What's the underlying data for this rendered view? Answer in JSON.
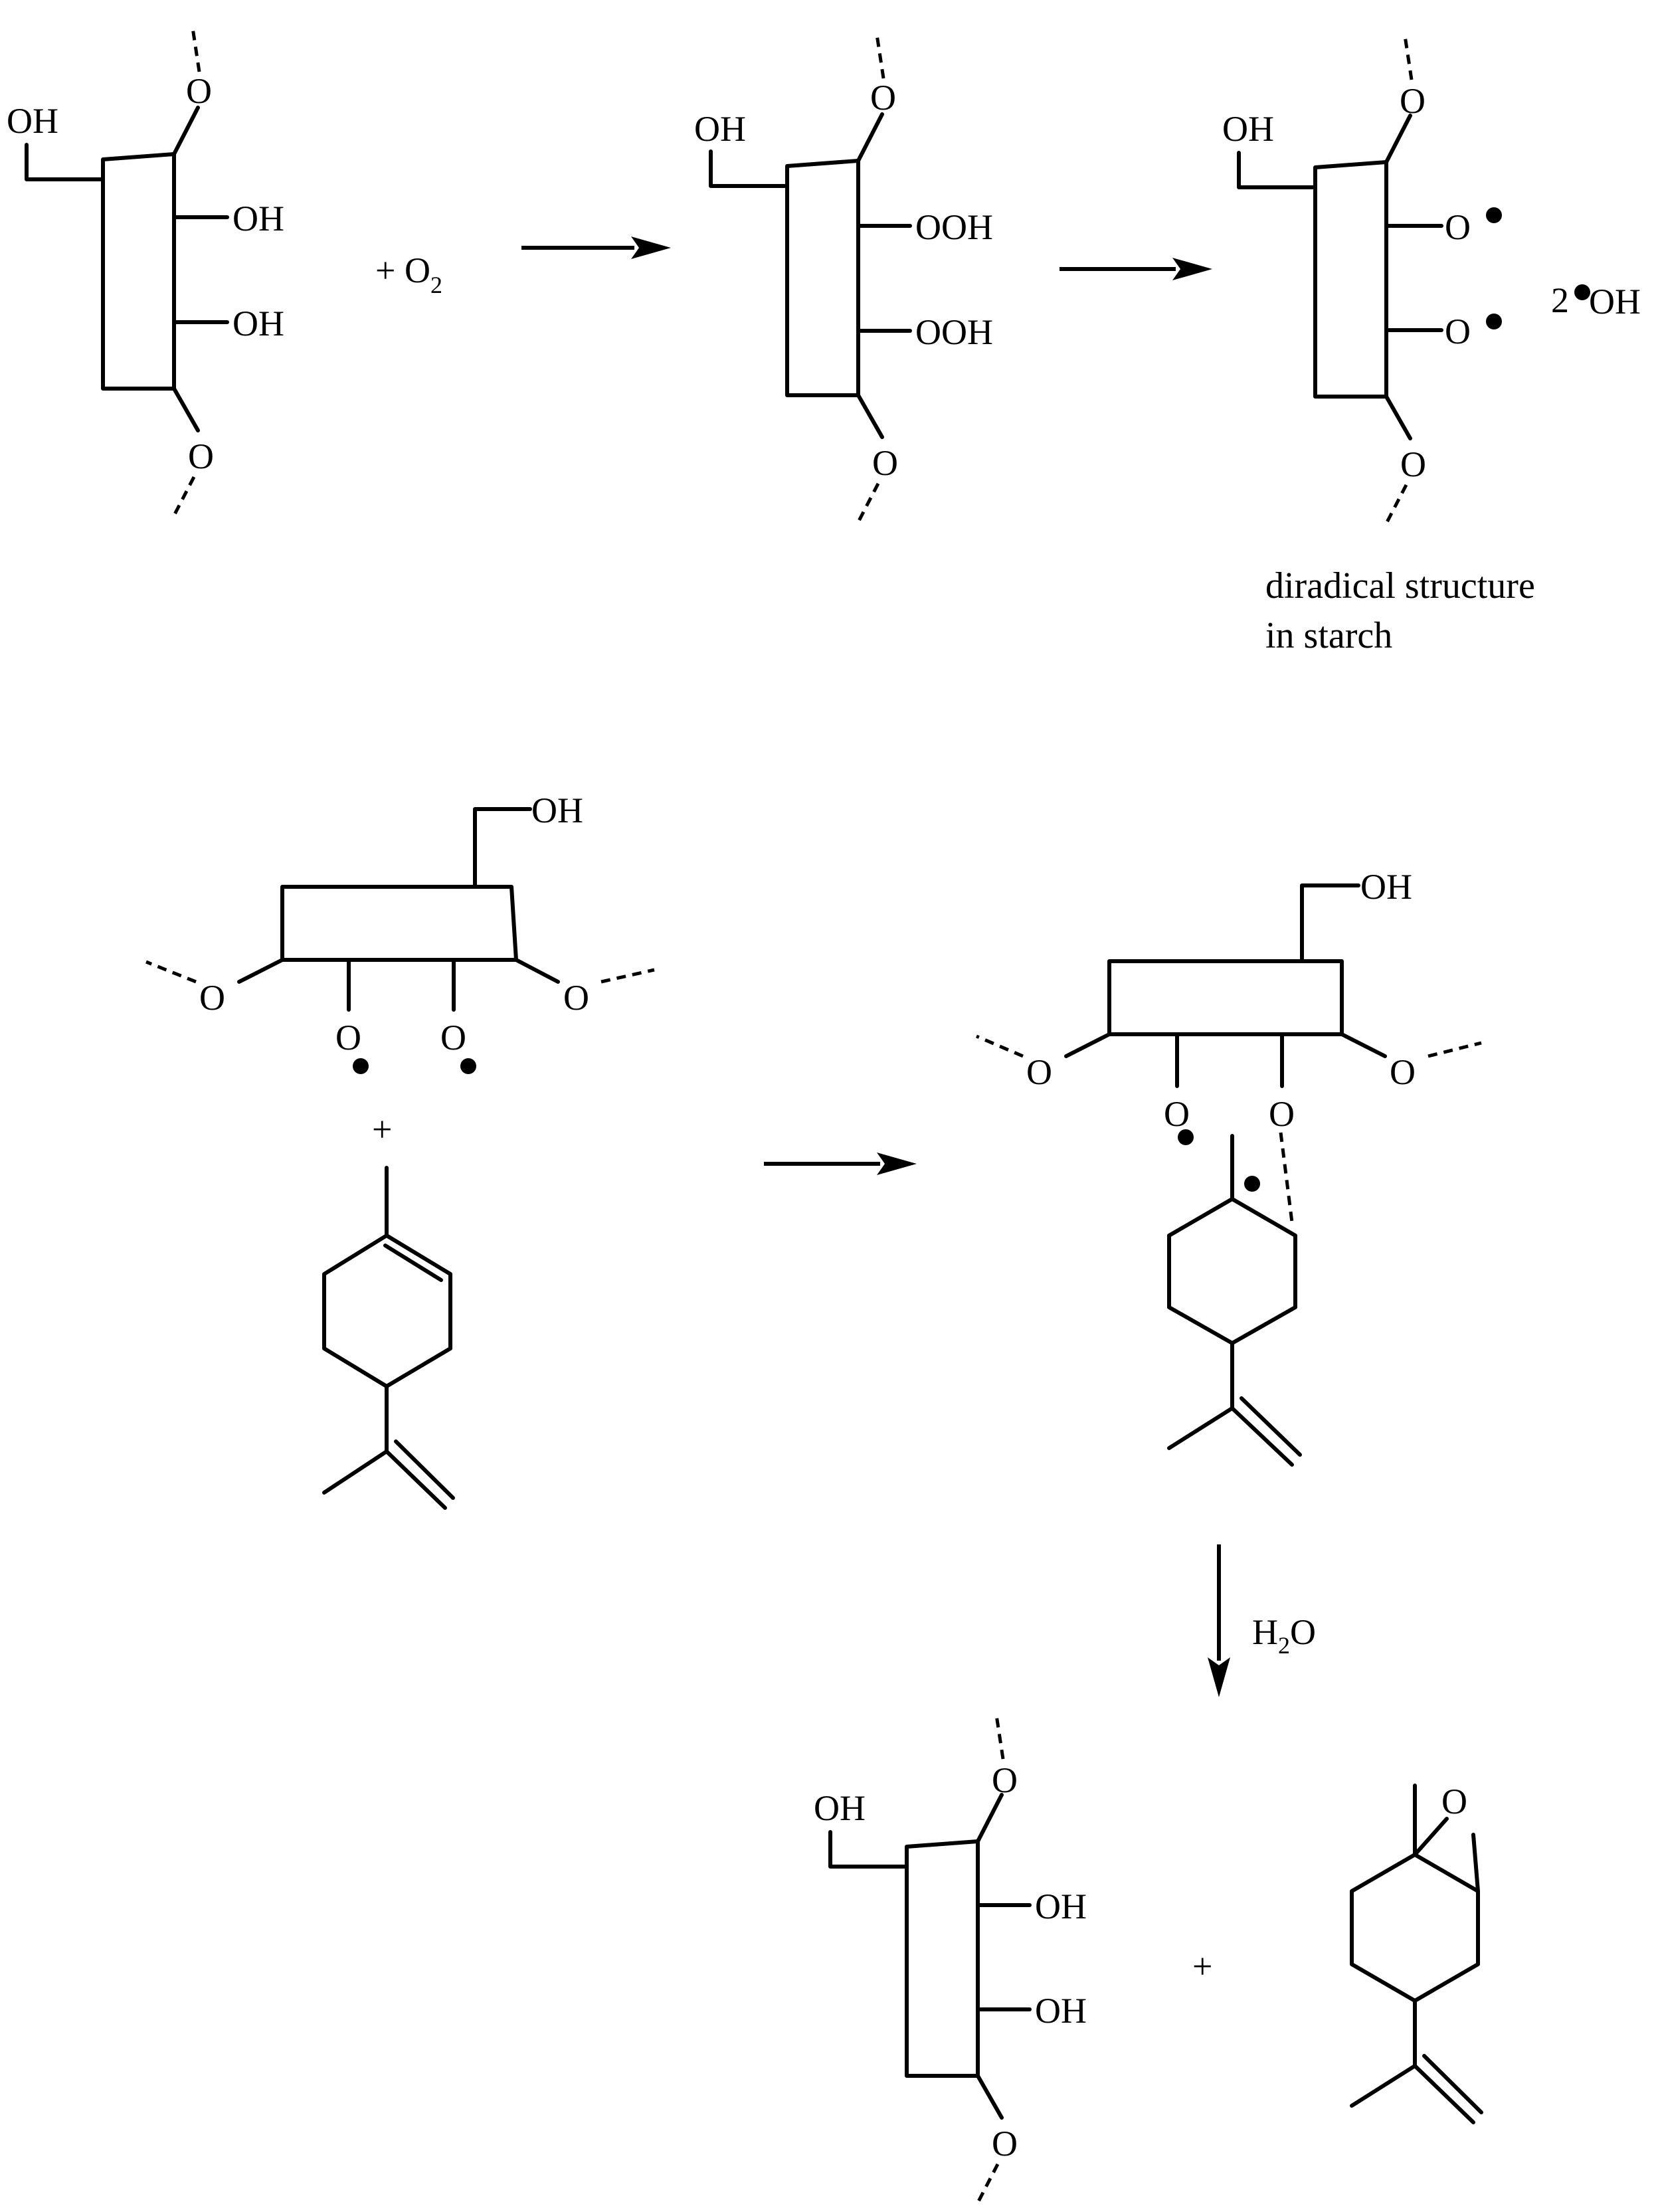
{
  "labels": {
    "oh": "OH",
    "ooh": "OOH",
    "o": "O",
    "plus": "+",
    "o2_prefix": "+ O",
    "subscript_2": "2",
    "two_radical_prefix": "2",
    "h2o_h": "H",
    "h2o_o": "O"
  },
  "caption": {
    "line1": "diradical structure",
    "line2": "in starch"
  }
}
